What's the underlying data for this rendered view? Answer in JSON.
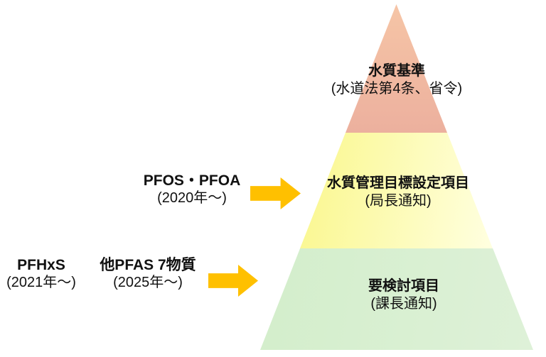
{
  "diagram": {
    "tiers": [
      {
        "title": "水質基準",
        "subtitle": "(水道法第4条、省令)"
      },
      {
        "title": "水質管理目標設定項目",
        "subtitle": "(局長通知)"
      },
      {
        "title": "要検討項目",
        "subtitle": "(課長通知)"
      }
    ],
    "annotations": [
      {
        "title": "PFOS・PFOA",
        "subtitle": "(2020年〜)"
      },
      {
        "title": "PFHxS",
        "subtitle": "(2021年〜)"
      },
      {
        "title": "他PFAS 7物質",
        "subtitle": "(2025年〜)"
      }
    ],
    "colors": {
      "tier-top-start": "#F6C5A6",
      "tier-top-end": "#ECB09E",
      "tier-middle-start": "#FAF78C",
      "tier-middle-end": "#FFFFE0",
      "tier-bottom-start": "#D3EECB",
      "tier-bottom-end": "#DEF1D8",
      "arrow": "#FFC000",
      "text": "#111111"
    }
  }
}
